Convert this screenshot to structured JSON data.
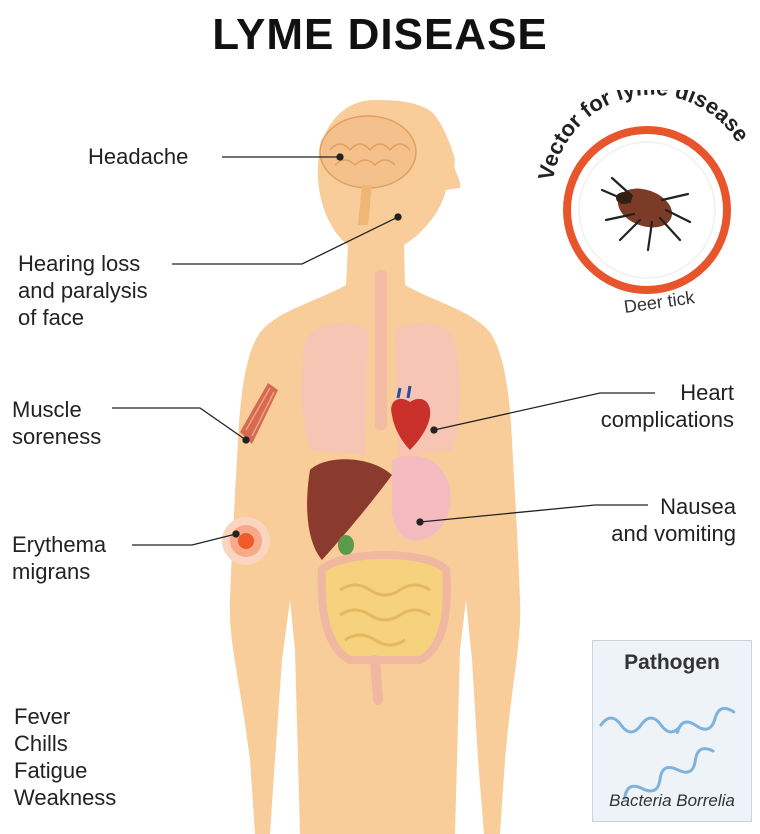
{
  "title": "LYME DISEASE",
  "symptoms": {
    "headache": "Headache",
    "hearing_loss": [
      "Hearing loss",
      "and paralysis",
      "of face"
    ],
    "muscle_soreness": [
      "Muscle",
      "soreness"
    ],
    "erythema": [
      "Erythema",
      "migrans"
    ],
    "general": [
      "Fever",
      "Chills",
      "Fatigue",
      "Weakness"
    ],
    "heart": [
      "Heart",
      "complications"
    ],
    "nausea": [
      "Nausea",
      "and vomiting"
    ]
  },
  "vector": {
    "arc_text": "Vector for lyme disease",
    "caption": "Deer tick",
    "icon": "tick-icon"
  },
  "pathogen": {
    "title": "Pathogen",
    "caption": "Bacteria Borrelia",
    "icon": "spirochete-icon"
  },
  "colors": {
    "body_skin": "#f9cd9a",
    "vector_ring": "#e8542c",
    "rash": "#f05a28",
    "leader_line": "#222222"
  }
}
